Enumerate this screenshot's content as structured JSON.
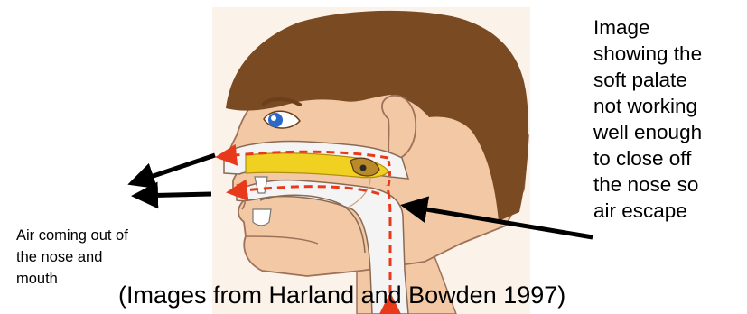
{
  "labels": {
    "right_caption": "Image\nshowing the\nsoft palate\nnot working\nwell enough\nto close off\nthe nose so\nair escape",
    "left_caption": "Air coming out of\nthe nose and\nmouth",
    "credit": "(Images from Harland and Bowden 1997)"
  },
  "colors": {
    "hair": "#7a4a22",
    "skin": "#f2c8a5",
    "airway": "#f4f4f4",
    "soft_palate": "#f0d020",
    "airflow": "#e83a1a",
    "arrow": "#000000"
  }
}
